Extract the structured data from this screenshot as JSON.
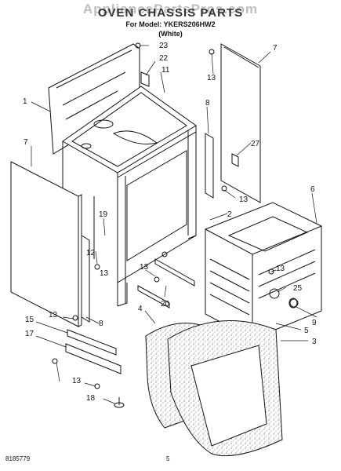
{
  "header": {
    "watermark": "AppliancePartsPros.com",
    "title": "OVEN CHASSIS PARTS",
    "model_line": "For Model: YKERS206HW2",
    "color_line": "(White)"
  },
  "callouts": {
    "c1": "1",
    "c2": "2",
    "c3": "3",
    "c4": "4",
    "c5": "5",
    "c6": "6",
    "c7a": "7",
    "c7b": "7",
    "c8a": "8",
    "c8b": "8",
    "c9": "9",
    "c11": "11",
    "c12": "12",
    "c13a": "13",
    "c13b": "13",
    "c13c": "13",
    "c13d": "13",
    "c13e": "13",
    "c13f": "13",
    "c13g": "13",
    "c15": "15",
    "c17": "17",
    "c18": "18",
    "c19": "19",
    "c20": "20",
    "c22": "22",
    "c23": "23",
    "c25": "25",
    "c27": "27"
  },
  "footer": {
    "doc_number": "8185779",
    "page": "5"
  }
}
